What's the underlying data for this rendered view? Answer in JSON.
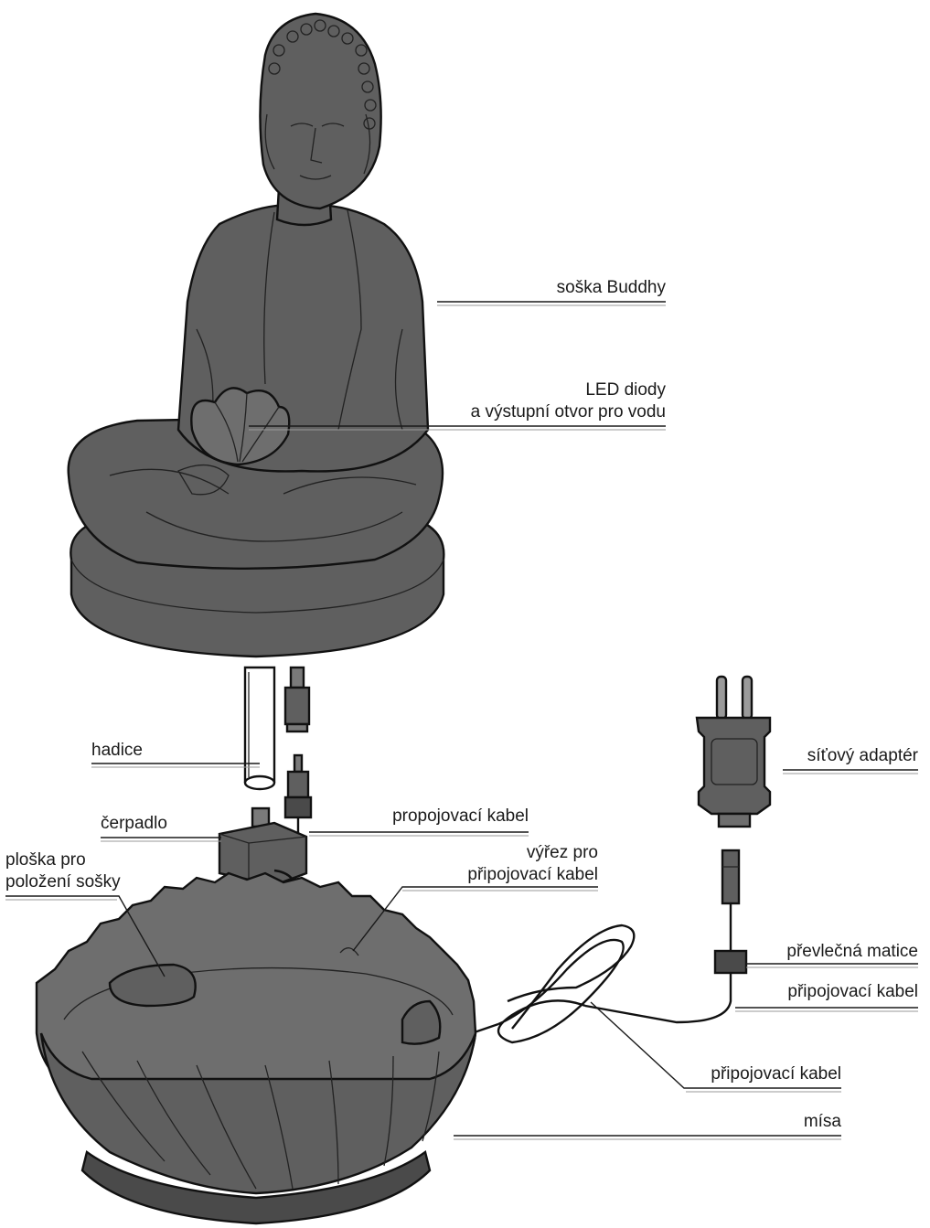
{
  "colors": {
    "part_fill": "#5f5f5f",
    "part_fill_dark": "#4a4a4a",
    "part_fill_light": "#7a7a7a",
    "outline": "#111111",
    "hose_fill": "#ffffff",
    "background": "#ffffff"
  },
  "labels": {
    "figure": "soška Buddhy",
    "led_line1": "LED diody",
    "led_line2": "a výstupní otvor pro vodu",
    "hose": "hadice",
    "pump": "čerpadlo",
    "pad_line1": "ploška pro",
    "pad_line2": "položení sošky",
    "connecting_cable_top": "propojovací kabel",
    "slot_line1": "výřez pro",
    "slot_line2": "připojovací kabel",
    "adapter": "síťový adaptér",
    "union_nut": "převlečná matice",
    "cable_right": "připojovací kabel",
    "cable_coiled": "připojovací kabel",
    "bowl": "mísa"
  }
}
